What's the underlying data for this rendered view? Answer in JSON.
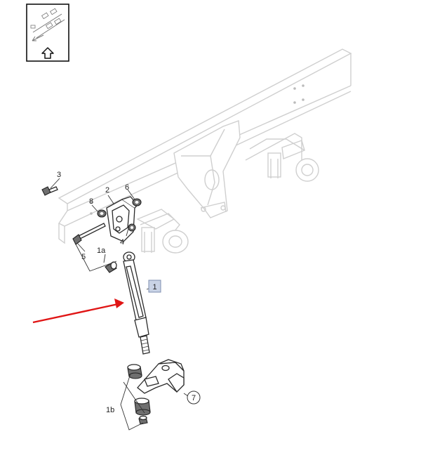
{
  "callouts": {
    "c1": "1",
    "c1a": "1a",
    "c1b": "1b",
    "c2": "2",
    "c3": "3",
    "c4": "4",
    "c5": "5",
    "c6": "6",
    "c7": "7",
    "c8": "8"
  },
  "icons": {
    "view_indicator": "orientation-view-icon",
    "up_arrow": "up-arrow-icon",
    "pointer": "red-pointer-arrow-icon"
  },
  "colors": {
    "pointer": "#e01515",
    "highlight_fill": "#c9d3e6",
    "highlight_stroke": "#7f8fb0",
    "frame_line": "#cfcfcf",
    "part_line": "#2a2a2a"
  }
}
